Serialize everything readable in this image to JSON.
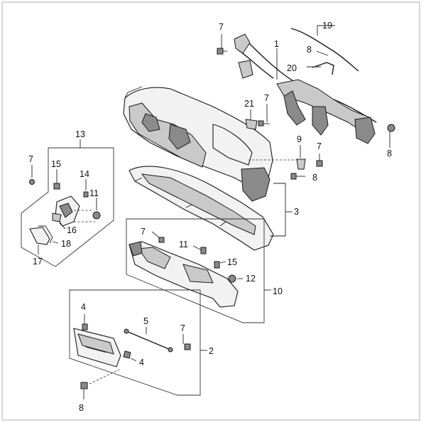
{
  "callouts": {
    "c1": "1",
    "c2": "2",
    "c3": "3",
    "c4a": "4",
    "c4b": "4",
    "c5": "5",
    "c7a": "7",
    "c7b": "7",
    "c7c": "7",
    "c7d": "7",
    "c7e": "7",
    "c7f": "7",
    "c8a": "8",
    "c8b": "8",
    "c8c": "8",
    "c8d": "8",
    "c9": "9",
    "c10": "10",
    "c11a": "11",
    "c11b": "11",
    "c12": "12",
    "c13": "13",
    "c14": "14",
    "c15a": "15",
    "c15b": "15",
    "c16": "16",
    "c17": "17",
    "c18": "18",
    "c19": "19",
    "c20": "20",
    "c21": "21"
  }
}
